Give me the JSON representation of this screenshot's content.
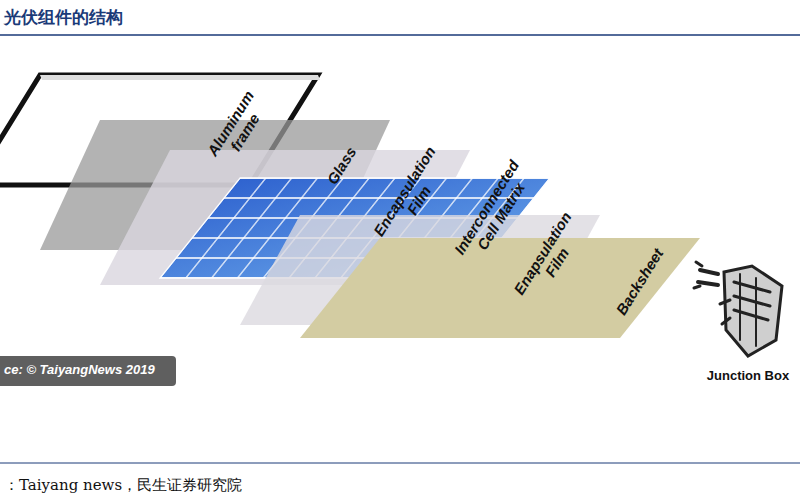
{
  "diagram": {
    "title": "光伏组件的结构",
    "caption": "：Taiyang news，民生证券研究院",
    "labels": [
      "Aluminum frame",
      "Glass",
      "Encapsulation Film",
      "Interconnected Cell Matrix",
      "Enapsulation Film",
      "Backsheet",
      "ce: © TaiyangNews 2019",
      "Junction Box"
    ]
  }
}
